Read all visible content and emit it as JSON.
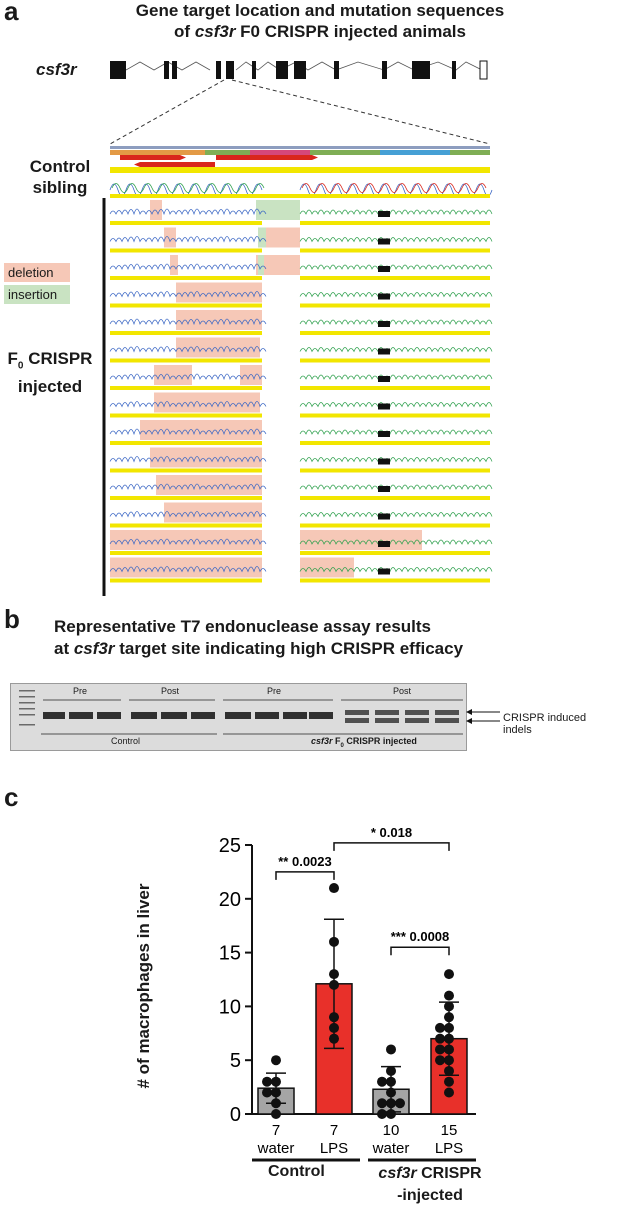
{
  "panel_a": {
    "letter": "a",
    "title_line1": "Gene target location and mutation sequences",
    "title_line2_prefix": "of ",
    "title_line2_gene": "csf3r",
    "title_line2_suffix": " F0 CRISPR injected animals",
    "gene_label": "csf3r",
    "control_label_1": "Control",
    "control_label_2": "sibling",
    "legend_deletion": "deletion",
    "legend_insertion": "insertion",
    "f0_label_1": "F",
    "f0_label_sub": "0",
    "f0_label_1b": " CRISPR",
    "f0_label_2": "injected",
    "colors": {
      "deletion": "#f6c8b7",
      "insertion": "#c9e3c2",
      "track": "#f2e600",
      "guide": "#d9261c"
    }
  },
  "panel_b": {
    "letter": "b",
    "title_line1": "Representative T7 endonuclease assay results",
    "title_line2_prefix": "at ",
    "title_line2_gene": "csf3r",
    "title_line2_suffix": " target site indicating high CRISPR efficacy",
    "lane_labels": [
      "Pre",
      "Post",
      "Pre",
      "Post"
    ],
    "group_control": "Control",
    "group_injected_gene": "csf3r",
    "group_injected_f": " F",
    "group_injected_sub": "0",
    "group_injected_rest": " CRISPR injected",
    "indel_label": "CRISPR induced indels"
  },
  "panel_c": {
    "letter": "c",
    "ylabel": "# of macrophages in liver",
    "group_control": "Control",
    "group_injected_1": "csf3r",
    "group_injected_1b": " CRISPR",
    "group_injected_2": "-injected",
    "sig": [
      {
        "label": "** 0.0023"
      },
      {
        "label": "* 0.018"
      },
      {
        "label": "*** 0.0008"
      }
    ]
  },
  "chart_data": {
    "type": "bar",
    "ylabel": "# of macrophages in liver",
    "ylim": [
      0,
      25
    ],
    "yticks": [
      0,
      5,
      10,
      15,
      20,
      25
    ],
    "categories": [
      "water",
      "LPS",
      "water",
      "LPS"
    ],
    "n": [
      "7",
      "7",
      "10",
      "15"
    ],
    "groups": [
      "Control",
      "Control",
      "csf3r CRISPR -injected",
      "csf3r CRISPR -injected"
    ],
    "values": [
      2.4,
      12.1,
      2.3,
      7.0
    ],
    "sd": [
      1.4,
      6.0,
      2.1,
      3.4
    ],
    "colors": [
      "#a5a5a5",
      "#e8302a",
      "#a5a5a5",
      "#e8302a"
    ],
    "points": [
      [
        0,
        1,
        2,
        2,
        3,
        3,
        5
      ],
      [
        7,
        8,
        9,
        12,
        13,
        16,
        21
      ],
      [
        0,
        0,
        1,
        1,
        1,
        2,
        3,
        3,
        4,
        6
      ],
      [
        2,
        3,
        4,
        5,
        5,
        6,
        6,
        7,
        7,
        8,
        8,
        9,
        10,
        11,
        13
      ]
    ],
    "comparisons": [
      {
        "a": 0,
        "b": 1,
        "y": 22.5,
        "label": "** 0.0023"
      },
      {
        "a": 1,
        "b": 3,
        "y": 25.2,
        "label": "* 0.018"
      },
      {
        "a": 2,
        "b": 3,
        "y": 15.5,
        "label": "*** 0.0008"
      }
    ]
  }
}
